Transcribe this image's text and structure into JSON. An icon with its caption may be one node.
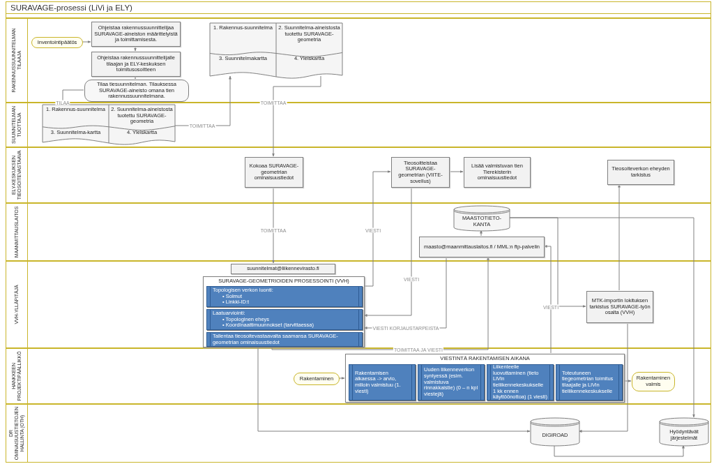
{
  "diagram": {
    "title": "SURAVAGE-prosessi (LiVi ja ELY)",
    "nodes": [
      {
        "text": [
          "RAKENNUSSUUNNITELMAN TILAAJA"
        ]
      },
      {
        "text": [
          "Inventointipäätös"
        ],
        "in": 0
      },
      {
        "text": [
          "Ohjeistaa rakennussuunnittelijaa SURAVAGE-aineiston määrittelyistä ja toimittamisesta."
        ],
        "in": 0
      },
      {
        "text": [
          "Ohjeistaa rakennussuunnittelijalle tilaajan ja ELY-keskuksen toimitusosoitteen"
        ],
        "in": 0
      },
      {
        "text": [
          "Tilaa tiesuunnitelman. Tilauksessa SURAVAGE-aineisto omana tien rakennussuunnitelmana."
        ],
        "in": 0
      },
      {
        "text": [
          "1. Rakennus-suunnitelma",
          "2. Suunnitelma-aineistosta tuotettu SURAVAGE-geometria",
          "3. Suunnitelmakartta",
          "4. Yleiskartta"
        ],
        "in": 0
      },
      {
        "text": [
          "SUUNNITELMAN TUOTTAJA"
        ]
      },
      {
        "text": [
          "1. Rakennus-suunnitelma",
          "2. Suunnitelma-aineistosta tuotettu SURAVAGE-geometria",
          "3. Suunnitelma-kartta",
          "4. Yleiskartta"
        ],
        "in": 6
      },
      {
        "text": [
          "ELY-KESKUKSEN TIEOSOITEVASTAAVA"
        ]
      },
      {
        "text": [
          "Kokoaa SURAVAGE-geometrian ominaisuustiedot"
        ],
        "in": 8
      },
      {
        "text": [
          "Tieosoitteistaa SURAVAGE-geometrian (VIITE-sovellus)"
        ],
        "in": 8
      },
      {
        "text": [
          "Lisää valmistuvan tien Tierekisterin ominaisuustiedot"
        ],
        "in": 8
      },
      {
        "text": [
          "Tieosoiteverkon eheyden tarkistus"
        ],
        "in": 8
      },
      {
        "text": [
          "MAANMITTAUSLAITOS"
        ]
      },
      {
        "text": [
          "MAASTOTIETO-KANTA"
        ],
        "in": 13
      },
      {
        "text": [
          "maasto@maanmittauslaitos.fi / MML:n ftp-palvelin"
        ],
        "in": 13
      },
      {
        "text": [
          "VVH-YLLÄPITÄJÄ"
        ]
      },
      {
        "text": [
          "suunnitelmat@liikennevirasto.fi"
        ],
        "in": 16
      },
      {
        "text": [
          "SURAVAGE-GEOMETRIOIDEN PROSESSOINTI (VVH)"
        ],
        "in": 16
      },
      {
        "text": [
          "Topologisen verkon luonti:",
          "• Solmut",
          "• Linkki-ID:t"
        ],
        "in": 18
      },
      {
        "text": [
          "Laatuarviointi:",
          "• Topologinen eheys",
          "• Koordinaattimuunnokset (tarvittaessa)"
        ],
        "in": 18
      },
      {
        "text": [
          "Tallentaa tieosoitevastaavalta saamansa SURAVAGE-geometrian ominaisuustiedot"
        ],
        "in": 18
      },
      {
        "text": [
          "MTK-importin lokituksen tarkistus SURAVAGE-työn osalta (VVH)"
        ],
        "in": 16
      },
      {
        "text": [
          "HANKKEEN PROJEKTIPÄÄLLIKKÖ"
        ]
      },
      {
        "text": [
          "Rakentaminen"
        ],
        "in": 23
      },
      {
        "text": [
          "VIESTINTÄ RAKENTAMISEN AIKANA"
        ],
        "in": 23
      },
      {
        "text": [
          "Rakentamisen alkaessa -> arvio, milloin valmistuu (1. viesti)"
        ],
        "in": 25
      },
      {
        "text": [
          "Uuden liikenneverkon syntyessä (esim. valmistuva rinnakkaistie) (0 – n kpl viestejä)"
        ],
        "in": 25
      },
      {
        "text": [
          "Liikenteelle luovuttaminen (tieto LiVin tieliikennekeskukselle 1 kk ennen käyttöönottoa) (1 viesti)"
        ],
        "in": 25
      },
      {
        "text": [
          "Toteutuneen tiegeometrian toimitus tilaajalle ja LiVin tieliikennekeskukselle"
        ],
        "in": 25
      },
      {
        "text": [
          "Rakentaminen valmis"
        ],
        "in": 23
      },
      {
        "text": [
          "DR OMINAISUUSTIETOJEN HALLINTA (OTH)"
        ]
      },
      {
        "text": [
          "DIGIROAD"
        ],
        "in": 31
      },
      {
        "text": [
          "Hyödyntävät järjestelmät"
        ],
        "in": 31
      }
    ],
    "edges": [
      {
        "from": 1,
        "to": 2,
        "arrow": "to"
      },
      {
        "from": 2,
        "to": 3,
        "arrow": "to"
      },
      {
        "from": 3,
        "to": 4,
        "arrow": "to"
      },
      {
        "from": 4,
        "to": 7,
        "arrow": "to",
        "label": "TILAA"
      },
      {
        "from": 7,
        "to": 5,
        "arrow": "to",
        "label": "TOIMITTAA"
      },
      {
        "from": 5,
        "to": 9,
        "arrow": "to",
        "label": "TOIMITTAA"
      },
      {
        "from": 9,
        "to": 17,
        "arrow": "to",
        "label": "TOIMITTAA"
      },
      {
        "from": 18,
        "to": 10,
        "arrow": "to",
        "label": "VIESTI"
      },
      {
        "from": 10,
        "to": 18,
        "arrow": "to",
        "label": "VIESTI"
      },
      {
        "from": 15,
        "to": 18,
        "arrow": "to",
        "label": "VIESTI KORJAUSTARPEISTA"
      },
      {
        "from": 10,
        "to": 11,
        "arrow": "to"
      },
      {
        "from": 15,
        "to": 14,
        "arrow": "to"
      },
      {
        "from": 18,
        "to": 15,
        "arrow": "to",
        "label": "TOIMITTAA JA VIESTI"
      },
      {
        "from": 18,
        "to": 32,
        "arrow": "to"
      },
      {
        "from": 25,
        "to": 15,
        "arrow": "to",
        "label": "VIESTI"
      },
      {
        "from": 22,
        "to": 32,
        "arrow": "to"
      },
      {
        "from": 14,
        "to": 33,
        "arrow": "to"
      },
      {
        "from": 14,
        "to": 22,
        "arrow": "to"
      },
      {
        "from": 22,
        "to": 12,
        "arrow": "to"
      },
      {
        "from": 24,
        "to": 25,
        "arrow": "to"
      },
      {
        "from": 25,
        "to": 30,
        "arrow": "to"
      },
      {
        "from": 32,
        "to": 33,
        "arrow": "to"
      }
    ]
  }
}
